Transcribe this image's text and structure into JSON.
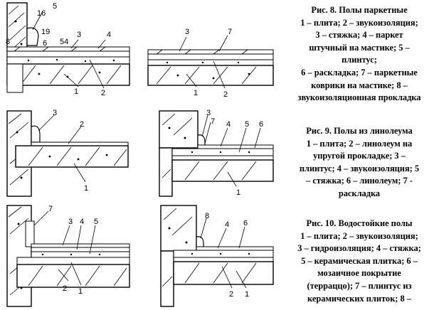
{
  "figures": [
    {
      "id": "fig8",
      "caption_lines": [
        "Рис. 8. Полы паркетные",
        "1 – плита; 2 – звукоизоляция;",
        "3 – стяжка; 4 – паркет",
        "штучный на мастике; 5 –",
        "плинтус;",
        "6 – раскладка; 7 – паркетные",
        "коврики на мастике; 8 –",
        "звукоизоляционная прокладка"
      ],
      "left_callouts": [
        "16",
        "5",
        "19",
        "8",
        "6",
        "3",
        "54",
        "4",
        "1",
        "2"
      ],
      "right_callouts": [
        "3",
        "7",
        "1",
        "2"
      ]
    },
    {
      "id": "fig9",
      "caption_lines": [
        "Рис. 9. Полы из линолеума",
        "1 – плита; 2 – линолеум на",
        "упругой прокладке; 3 –",
        "плинтус; 4 – звукоизоляция; 5",
        "– стяжка; 6 – линолеум; 7 -",
        "раскладка"
      ],
      "left_callouts": [
        "3",
        "2",
        "1"
      ],
      "right_callouts": [
        "3",
        "7",
        "4",
        "5",
        "6",
        "1"
      ]
    },
    {
      "id": "fig10",
      "caption_lines": [
        "Рис. 10. Водостойкие полы",
        "1 – плита; 2 – звукоизоляция;",
        "3 – гидроизоляция; 4 – стяжка;",
        "5 – керамическая плитка; 6 –",
        "мозаичное покрытие",
        "(терраццо); 7 – плинтус из",
        "керамических плиток; 8 –"
      ],
      "left_callouts": [
        "7",
        "3",
        "4",
        "5",
        "2",
        "1"
      ],
      "right_callouts": [
        "8",
        "4",
        "6",
        "2",
        "1"
      ]
    }
  ]
}
